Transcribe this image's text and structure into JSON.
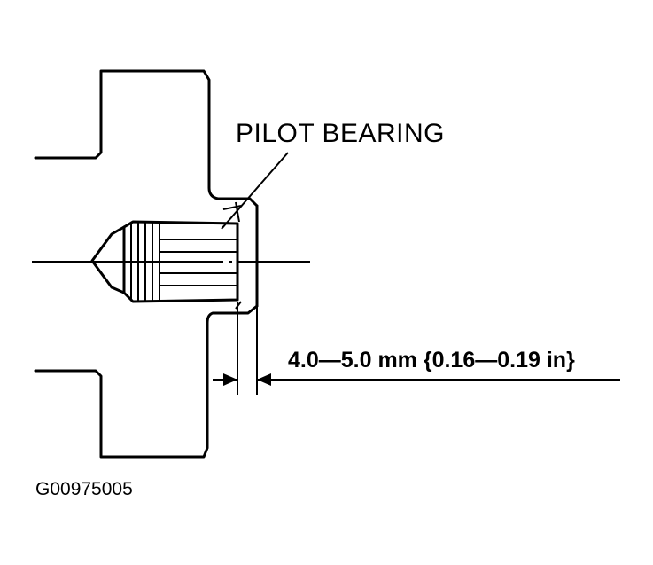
{
  "labels": {
    "part_name": "PILOT BEARING",
    "dimension": "4.0—5.0 mm {0.16—0.19 in}",
    "figure_id": "G00975005"
  }
}
